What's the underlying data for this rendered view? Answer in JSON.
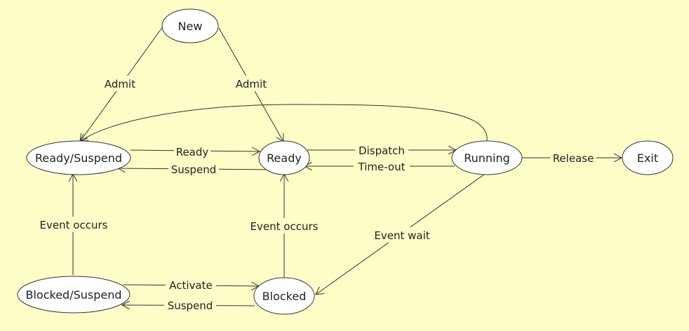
{
  "colors": {
    "background": "#fdfdc8",
    "node_fill": "#ffffff",
    "stroke": "#333333",
    "text": "#222222"
  },
  "nodes": {
    "new": "New",
    "ready_suspend": "Ready/Suspend",
    "ready": "Ready",
    "running": "Running",
    "exit": "Exit",
    "blocked_suspend": "Blocked/Suspend",
    "blocked": "Blocked"
  },
  "edges": {
    "admit_left": "Admit",
    "admit_right": "Admit",
    "ready": "Ready",
    "suspend_top": "Suspend",
    "dispatch": "Dispatch",
    "timeout": "Time-out",
    "release": "Release",
    "event_occurs_left": "Event occurs",
    "event_occurs_mid": "Event occurs",
    "event_wait": "Event wait",
    "activate": "Activate",
    "suspend_bottom": "Suspend",
    "running_to_ready_suspend": ""
  }
}
